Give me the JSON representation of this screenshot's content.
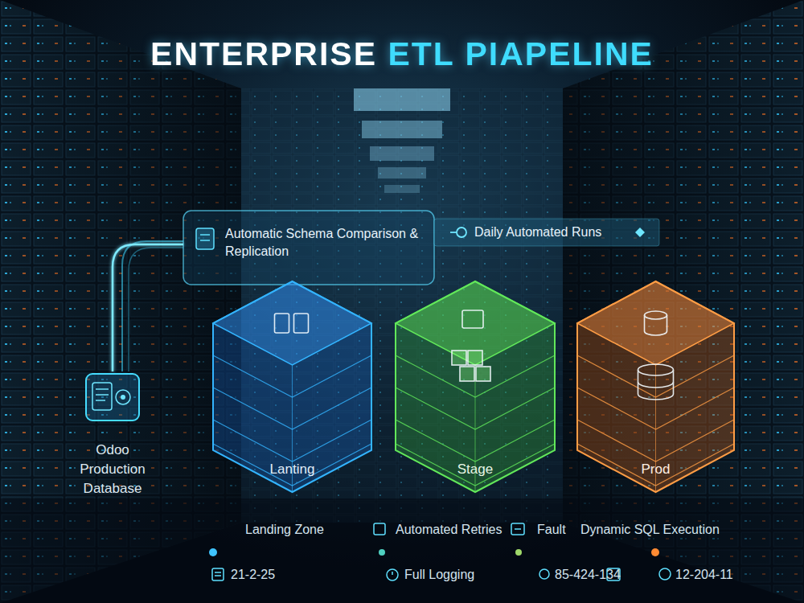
{
  "diagram": {
    "title": "ENTERPRISE ETL PIAPELINE",
    "nodes": [
      {
        "text": [
          "Odoo Production Database"
        ]
      },
      {
        "text": [
          "Automatic Schema Comparison & Replication"
        ]
      },
      {
        "text": [
          "Daily Automated Runs"
        ]
      },
      {
        "text": [
          "Lanting"
        ]
      },
      {
        "text": [
          "Stage"
        ]
      },
      {
        "text": [
          "Prod"
        ]
      }
    ],
    "edges": [
      {
        "from": 0,
        "to": 3,
        "arrow": "to"
      },
      {
        "from": 0,
        "to": 1,
        "arrow": "none"
      },
      {
        "from": 3,
        "to": 4,
        "arrow": "both"
      },
      {
        "from": 3,
        "to": 4,
        "arrow": "both"
      },
      {
        "from": 4,
        "to": 5,
        "arrow": "both"
      },
      {
        "from": 4,
        "to": 5,
        "arrow": "both"
      }
    ],
    "labels": [
      "Landing Zone",
      "Automated Retries",
      "Fault",
      "Dynamic SQL Execution",
      "21-2-25",
      "Full Logging",
      "85-424-134",
      "12-204-11"
    ]
  }
}
